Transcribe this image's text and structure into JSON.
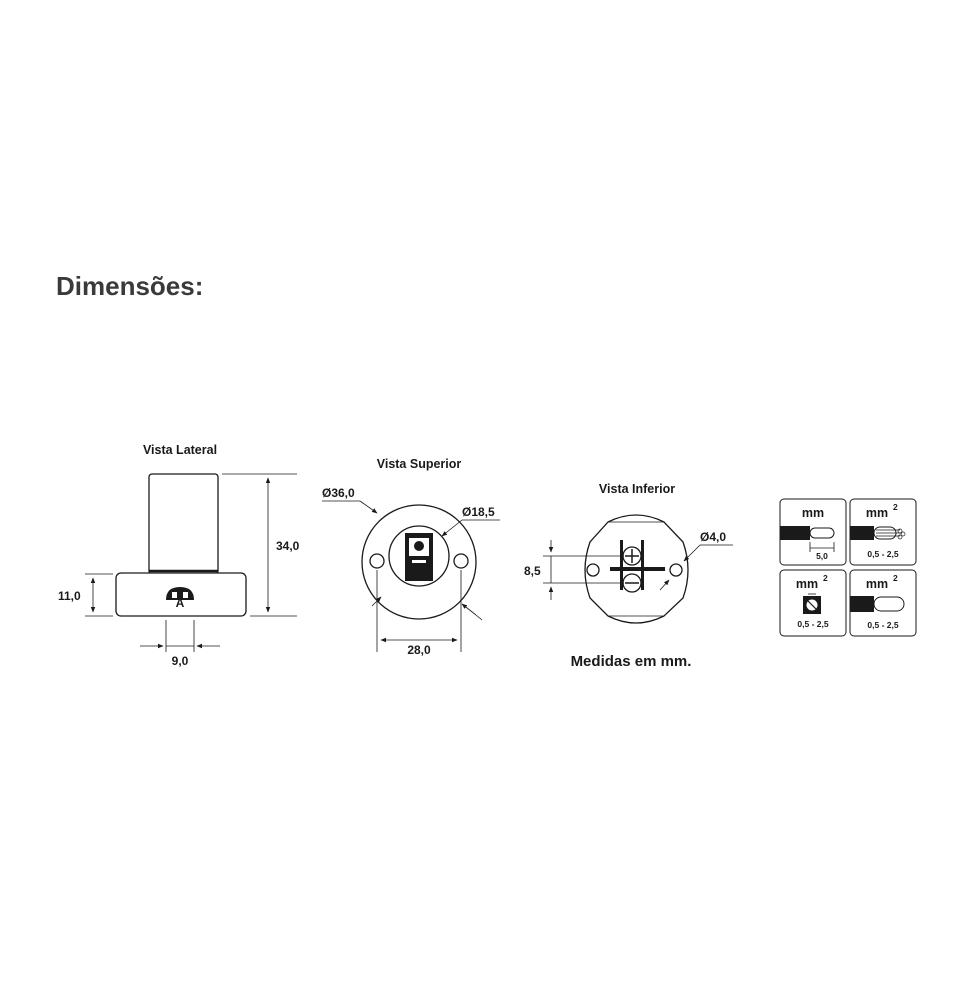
{
  "heading": "Dimensões:",
  "views": {
    "lateral": {
      "title": "Vista Lateral",
      "dims": {
        "height_total": "34,0",
        "base_height": "11,0",
        "slot_width": "9,0"
      },
      "base_mark": "A"
    },
    "superior": {
      "title": "Vista Superior",
      "dims": {
        "outer_diameter": "Ø36,0",
        "inner_diameter": "Ø18,5",
        "hole_spacing": "28,0"
      }
    },
    "inferior": {
      "title": "Vista Inferior",
      "dims": {
        "terminal_spacing": "8,5",
        "hole_diameter": "Ø4,0"
      }
    }
  },
  "note": "Medidas em mm.",
  "wire_specs": [
    {
      "unit": "mm",
      "value": "5,0"
    },
    {
      "unit": "mm",
      "superscript": "2",
      "value": "0,5 - 2,5"
    },
    {
      "unit": "mm",
      "superscript": "2",
      "value": "0,5 - 2,5"
    },
    {
      "unit": "mm",
      "superscript": "2",
      "value": "0,5 - 2,5"
    }
  ]
}
